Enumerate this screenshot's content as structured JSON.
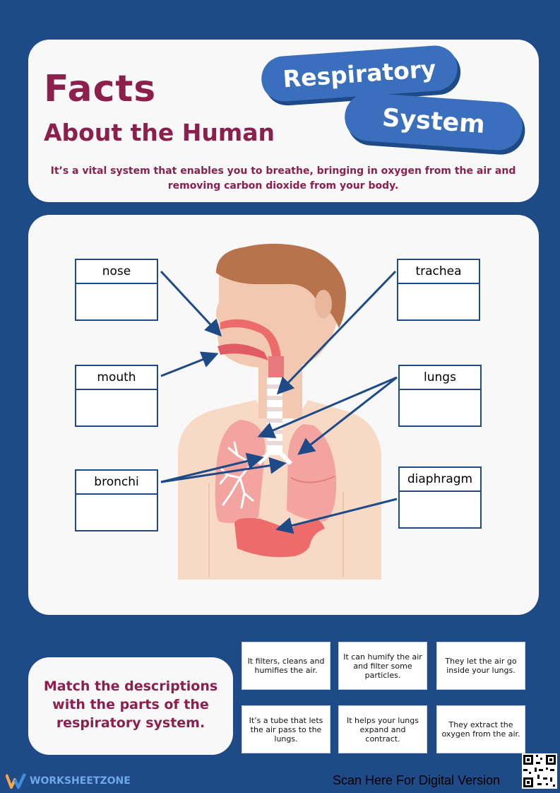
{
  "header": {
    "title_line1": "Facts",
    "title_line2": "About the Human",
    "pill1": "Respiratory",
    "pill2": "System",
    "subtitle": "It’s a vital system that enables you to breathe, bringing in oxygen from the air and removing carbon dioxide from your body."
  },
  "labels": {
    "nose": "nose",
    "mouth": "mouth",
    "bronchi": "bronchi",
    "trachea": "trachea",
    "lungs": "lungs",
    "diaphragm": "diaphragm"
  },
  "instruction": "Match the descriptions with the parts of the respiratory system.",
  "descriptions": [
    "It filters, cleans and humifies the air.",
    "It can humify the air and filter some particles.",
    "They let the air go inside your lungs.",
    "It’s a tube that lets the air pass to the lungs.",
    "It helps your lungs expand  and contract.",
    "They extract the oxygen from the air."
  ],
  "footer": {
    "logo_text": "WORKSHEETZONE",
    "scan_text": "Scan Here For Digital Version"
  },
  "colors": {
    "background": "#1e4a88",
    "accent_blue": "#3a6fbd",
    "title_maroon": "#8d1f4d"
  }
}
